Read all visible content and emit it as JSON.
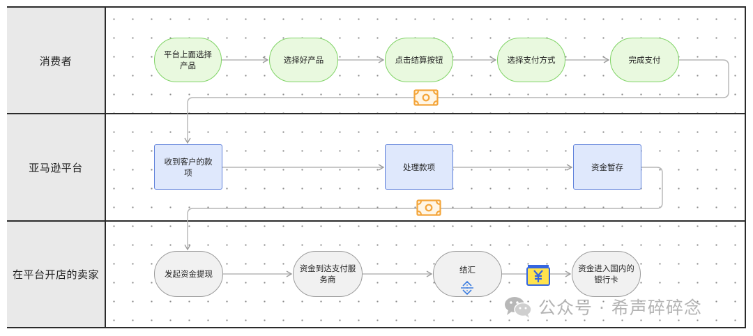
{
  "lanes": [
    {
      "label": "消费者"
    },
    {
      "label": "亚马逊平台"
    },
    {
      "label": "在平台开店的卖家"
    }
  ],
  "consumer_nodes": [
    {
      "label": "平台上面选择产品"
    },
    {
      "label": "选择好产品"
    },
    {
      "label": "点击结算按钮"
    },
    {
      "label": "选择支付方式"
    },
    {
      "label": "完成支付"
    }
  ],
  "platform_nodes": [
    {
      "label": "收到客户的款项"
    },
    {
      "label": "处理款项"
    },
    {
      "label": "资金暂存"
    }
  ],
  "seller_nodes": [
    {
      "label": "发起资金提现"
    },
    {
      "label": "资金到达支付服务商"
    },
    {
      "label": "结汇"
    },
    {
      "label": "资金进入国内的银行卡"
    }
  ],
  "icons": {
    "money": "banknote-icon",
    "yen": "yen-wallet-icon",
    "exchange": "currency-exchange-icon",
    "wechat": "wechat-icon"
  },
  "colors": {
    "consumer_fill": "#e9f9df",
    "consumer_border": "#7fd365",
    "platform_fill": "#dfe8fc",
    "platform_border": "#5e80da",
    "seller_fill": "#f1f1f1",
    "seller_border": "#9a9a9a",
    "money": "#f4a53a",
    "yen_wallet": "#3566e0",
    "exchange": "#3f7fe0"
  },
  "watermark": {
    "text": "公众号 · 希声碎碎念"
  }
}
